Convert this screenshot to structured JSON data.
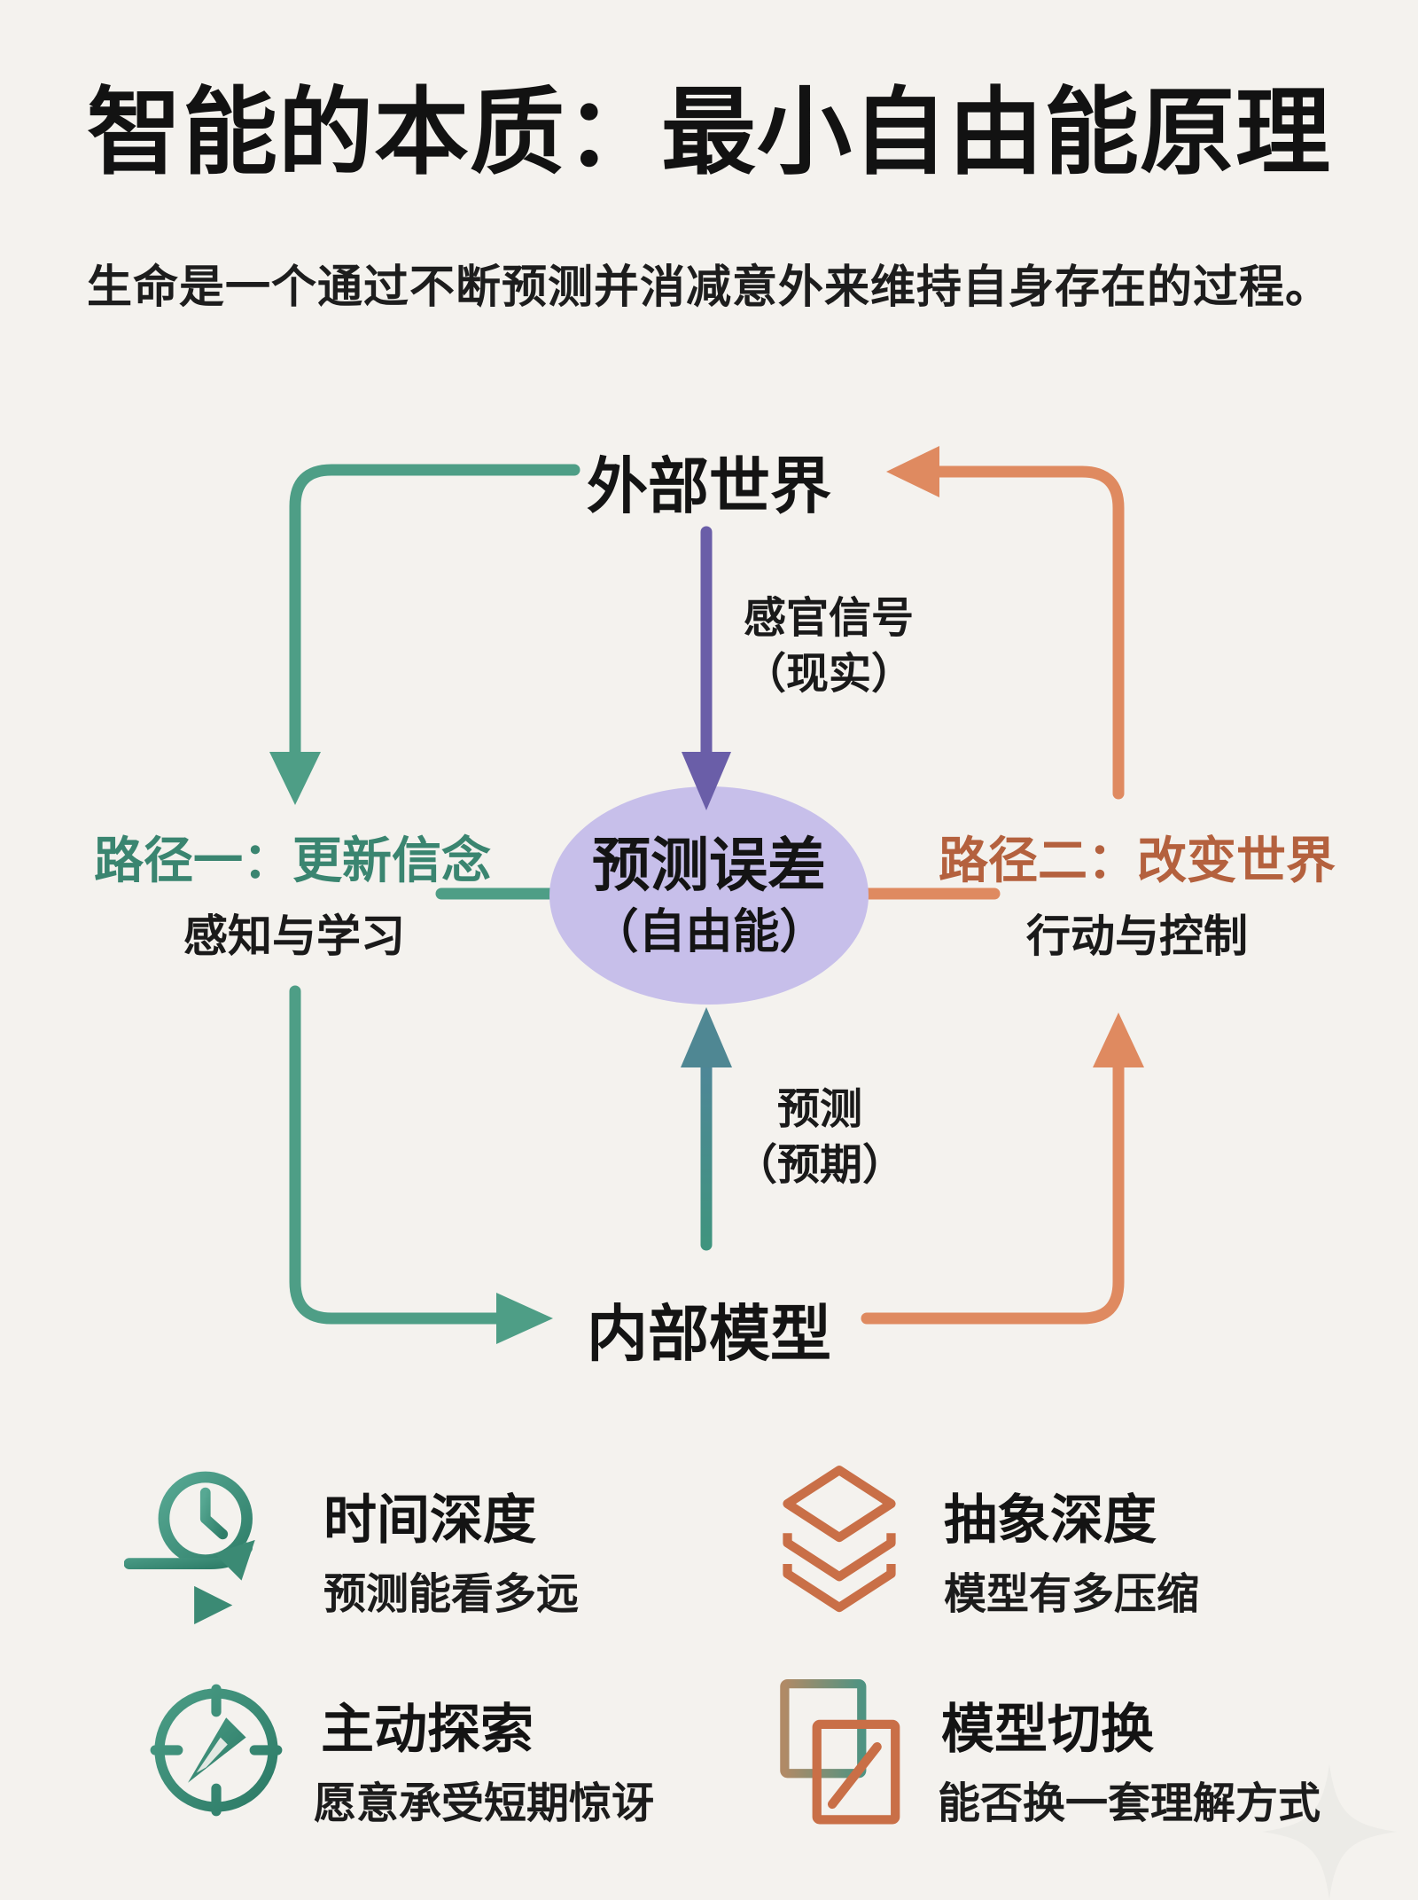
{
  "page": {
    "title": "智能的本质：最小自由能原理",
    "subtitle": "生命是一个通过不断预测并消减意外来维持自身存在的过程。",
    "background": "#f4f2ee"
  },
  "diagram": {
    "top_node": "外部世界",
    "bottom_node": "内部模型",
    "center_node_line1": "预测误差",
    "center_node_line2": "（自由能）",
    "down_arrow_label_line1": "感官信号",
    "down_arrow_label_line2": "（现实）",
    "up_arrow_label_line1": "预测",
    "up_arrow_label_line2": "（预期）",
    "left_path_title": "路径一：更新信念",
    "left_path_subtitle": "感知与学习",
    "right_path_title": "路径二：改变世界",
    "right_path_subtitle": "行动与控制"
  },
  "legend": {
    "items": [
      {
        "icon": "clock-arrow-icon",
        "title": "时间深度",
        "subtitle": "预测能看多远"
      },
      {
        "icon": "layers-icon",
        "title": "抽象深度",
        "subtitle": "模型有多压缩"
      },
      {
        "icon": "compass-icon",
        "title": "主动探索",
        "subtitle": "愿意承受短期惊讶"
      },
      {
        "icon": "frames-icon",
        "title": "模型切换",
        "subtitle": "能否换一套理解方式"
      }
    ]
  },
  "colors": {
    "teal": "#4E9E86",
    "teal_dark": "#3A8570",
    "orange": "#DF8A60",
    "orange_dark": "#B4613E",
    "purple": "#6A5EA8",
    "steel_blue": "#52879B",
    "ellipse_fill": "#C7BFEA",
    "ink": "#161616",
    "background": "#f4f2ee"
  }
}
